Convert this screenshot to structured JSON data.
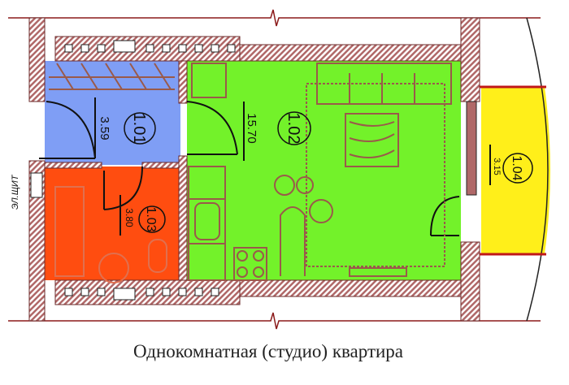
{
  "caption": "Однокомнатная (студио) квартира",
  "panel_label": "ЭЛ.ЩИТ",
  "rooms": [
    {
      "id": "1.01",
      "area": "3.59",
      "color": "#7f9ef5"
    },
    {
      "id": "1.02",
      "area": "15.70",
      "color": "#73f22a"
    },
    {
      "id": "1.03",
      "area": "3.80",
      "color": "#ff4d10"
    },
    {
      "id": "1.04",
      "area": "3.15",
      "color": "#ffef1a"
    }
  ],
  "colors": {
    "wall": "#b07070",
    "furniture": "#9a5a4a",
    "line": "#8b1a1a"
  }
}
